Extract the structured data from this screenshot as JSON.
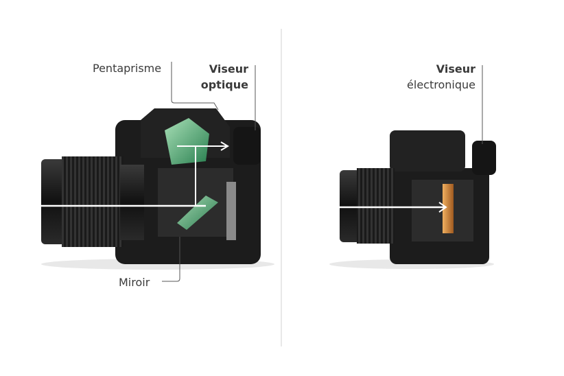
{
  "dslr": {
    "pentaprism_label": "Pentaprisme",
    "viewfinder_label_line1": "Viseur",
    "viewfinder_label_line2": "optique",
    "mirror_label": "Miroir"
  },
  "mirrorless": {
    "viewfinder_label_line1": "Viseur",
    "viewfinder_label_line2": "électronique"
  },
  "colors": {
    "prism": "#7fe0a0",
    "sensor": "#d9903a",
    "body": "#1c1c1c",
    "light_ray": "#ffffff"
  }
}
